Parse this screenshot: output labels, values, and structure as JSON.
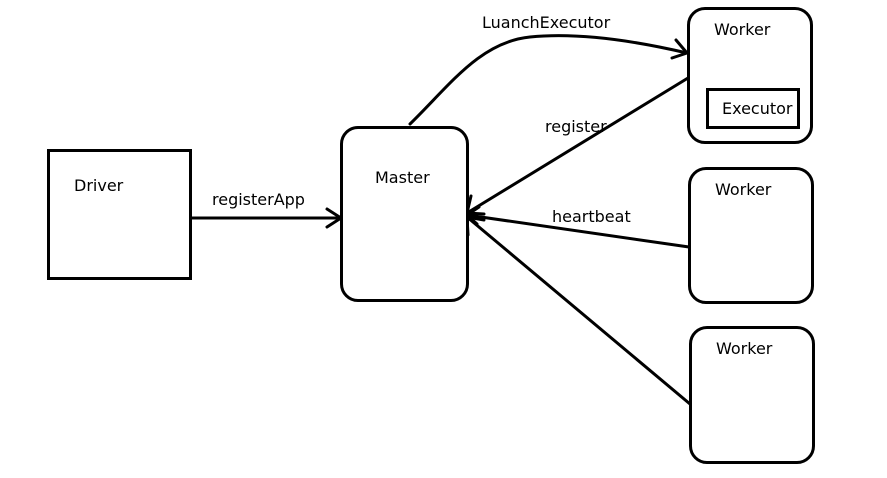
{
  "nodes": {
    "driver": {
      "label": "Driver"
    },
    "master": {
      "label": "Master"
    },
    "worker_1": {
      "label": "Worker",
      "executor": {
        "label": "Executor"
      }
    },
    "worker_2": {
      "label": "Worker"
    },
    "worker_3": {
      "label": "Worker"
    }
  },
  "edges": {
    "register_app": {
      "label": "registerApp",
      "from": "driver",
      "to": "master"
    },
    "launch_executor": {
      "label": "LuanchExecutor",
      "from": "master",
      "to": "worker_1"
    },
    "register": {
      "label": "register",
      "from": "worker_1",
      "to": "master"
    },
    "heartbeat": {
      "label": "heartbeat",
      "from": "worker_2",
      "to": "master"
    },
    "worker_3_link": {
      "label": "",
      "from": "worker_3",
      "to": "master"
    }
  },
  "colors": {
    "stroke": "#000000",
    "background": "#ffffff"
  }
}
